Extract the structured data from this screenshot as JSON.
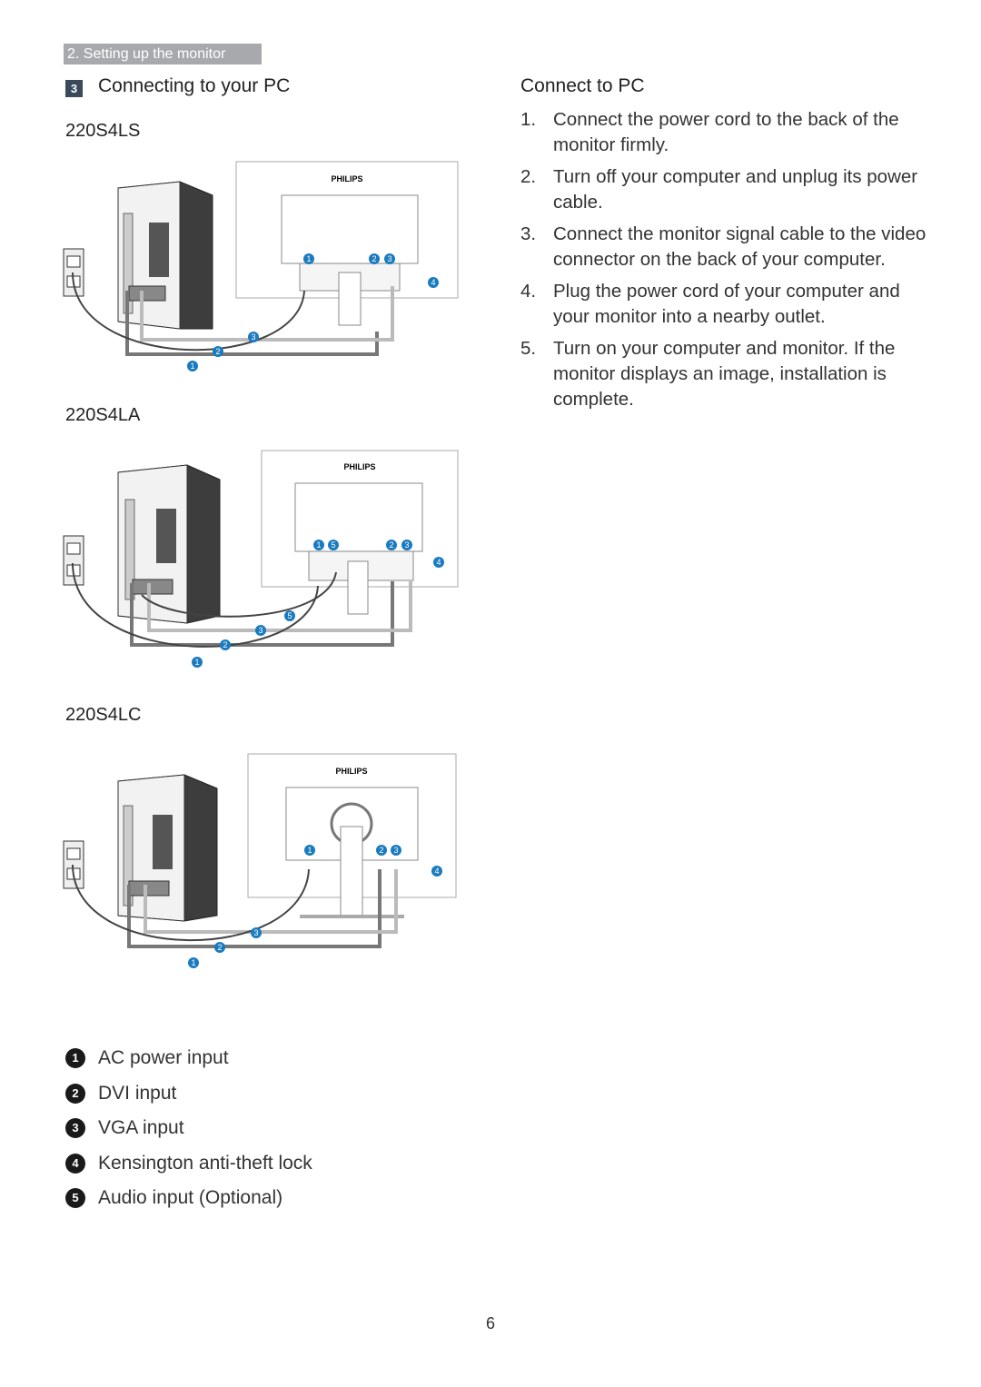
{
  "header": {
    "breadcrumb": "2. Setting up the monitor",
    "section_number": "3",
    "section_title": "Connecting to your PC"
  },
  "models": [
    {
      "name": "220S4LS"
    },
    {
      "name": "220S4LA"
    },
    {
      "name": "220S4LC"
    }
  ],
  "diagram": {
    "brand": "PHILIPS",
    "callouts": [
      "1",
      "2",
      "3",
      "4",
      "5"
    ]
  },
  "connect": {
    "title": "Connect to PC",
    "steps": [
      {
        "num": "1.",
        "text": "Connect the power cord to the back of the monitor firmly."
      },
      {
        "num": "2.",
        "text": "Turn off your computer and unplug its power cable."
      },
      {
        "num": "3.",
        "text": "Connect the monitor signal cable to the video connector on the back of your computer."
      },
      {
        "num": "4.",
        "text": "Plug the power cord of your computer and your monitor into a nearby outlet."
      },
      {
        "num": "5.",
        "text": "Turn on your computer and monitor. If the monitor displays an image, installation is complete."
      }
    ]
  },
  "legend": [
    {
      "num": "1",
      "label": "AC power input"
    },
    {
      "num": "2",
      "label": "DVI input"
    },
    {
      "num": "3",
      "label": "VGA input"
    },
    {
      "num": "4",
      "label": "Kensington anti-theft lock"
    },
    {
      "num": "5",
      "label": "Audio input (Optional)"
    }
  ],
  "footer": {
    "page_number": "6"
  }
}
